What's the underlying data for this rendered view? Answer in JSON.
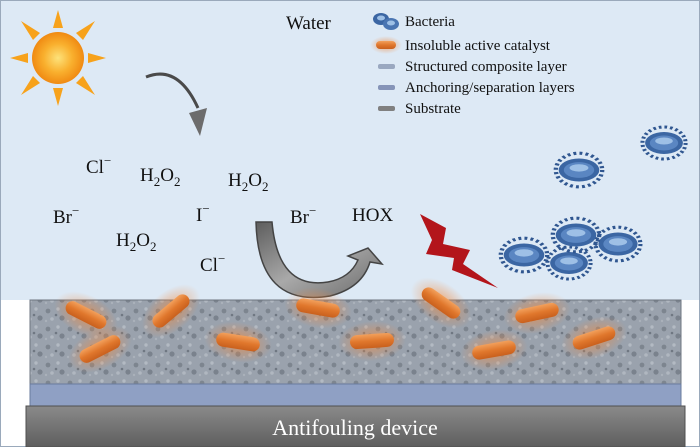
{
  "scene": {
    "water_label": "Water",
    "device_label": "Antifouling device",
    "species": [
      {
        "base": "Cl",
        "sub": "",
        "sup": "−"
      },
      {
        "base": "H",
        "sub": "2",
        "sup": "",
        "tail": "O",
        "tail_sub": "2"
      },
      {
        "base": "H",
        "sub": "2",
        "sup": "",
        "tail": "O",
        "tail_sub": "2"
      },
      {
        "base": "Br",
        "sub": "",
        "sup": "−"
      },
      {
        "base": "I",
        "sub": "",
        "sup": "−"
      },
      {
        "base": "H",
        "sub": "2",
        "sup": "",
        "tail": "O",
        "tail_sub": "2"
      },
      {
        "base": "Cl",
        "sub": "",
        "sup": "−"
      },
      {
        "base": "Br",
        "sub": "",
        "sup": "−"
      },
      {
        "base": "HOX",
        "sub": "",
        "sup": ""
      }
    ]
  },
  "legend": {
    "items": [
      {
        "label": "Bacteria",
        "icon": "bacteria-icon"
      },
      {
        "label": "Insoluble active catalyst",
        "icon": "catalyst-rod-icon"
      },
      {
        "label": "Structured composite layer",
        "icon": "dash-icon"
      },
      {
        "label": "Anchoring/separation layers",
        "icon": "dash-icon"
      },
      {
        "label": "Substrate",
        "icon": "dash-icon"
      }
    ]
  },
  "colors": {
    "water": "#dde9f5",
    "catalyst": "#e2853a",
    "catalyst_glow": "#f39a55",
    "composite": "#8f97a3",
    "anchoring": "#8fa0c4",
    "substrate": "#6f6f6f",
    "bacteria": "#3b66a3",
    "lightning": "#b3151b",
    "sun": "#f7a21b",
    "arrow": "#7f7f7f"
  }
}
